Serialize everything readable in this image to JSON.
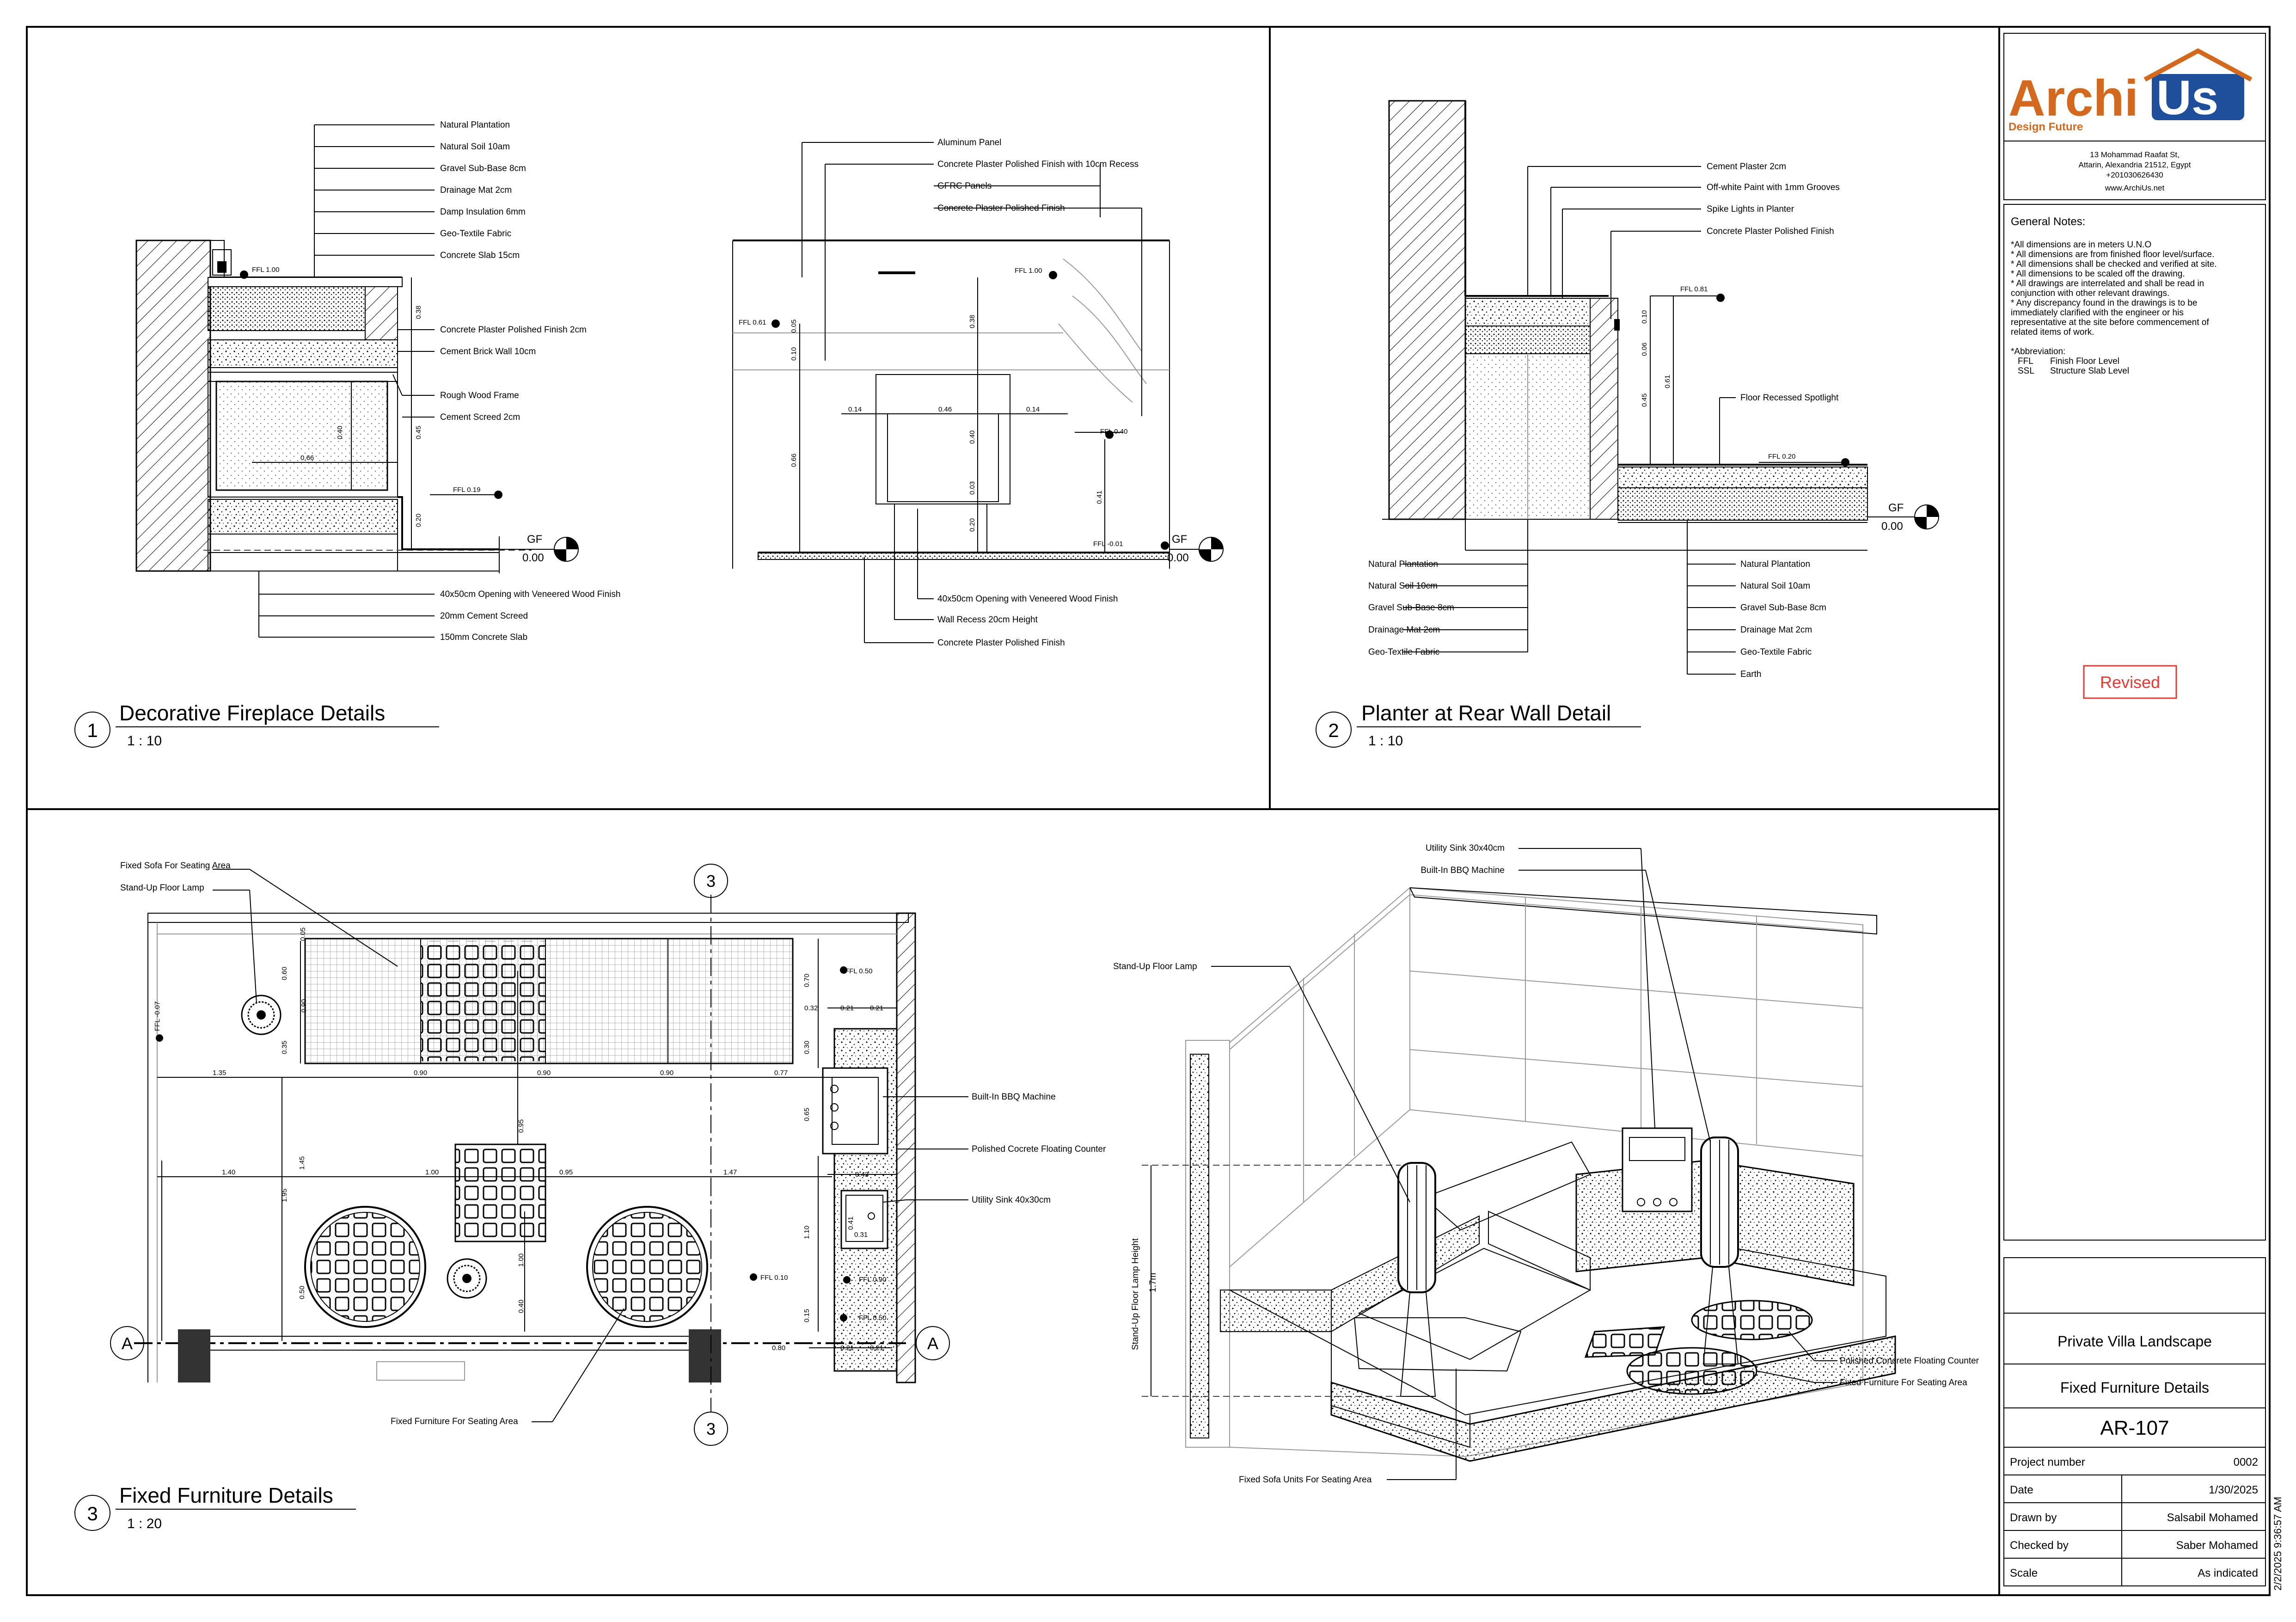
{
  "company": {
    "logo_text_a": "Archi",
    "logo_text_b": "Us",
    "tagline": "Design Future",
    "address_1": "13 Mohammad Raafat St,",
    "address_2": "Attarin, Alexandria 21512, Egypt",
    "phone": "+201030626430",
    "website": "www.ArchiUs.net"
  },
  "general_notes": {
    "heading": "General Notes:",
    "lines": [
      "*All dimensions are in meters U.N.O",
      "* All dimensions are from finished floor level/surface.",
      "* All dimensions shall be checked and verified at site.",
      "* All dimensions to be scaled off the drawing.",
      "* All drawings are interrelated and shall be read in",
      "conjunction with other relevant drawings.",
      "* Any discrepancy found in the drawings is to be",
      "immediately clarified with the engineer or his",
      "representative at the site before commencement of",
      "related items of work.",
      "*Abbreviation:"
    ],
    "abbr": [
      {
        "code": "FFL",
        "meaning": "Finish Floor Level"
      },
      {
        "code": "SSL",
        "meaning": "Structure Slab Level"
      }
    ]
  },
  "revised_stamp": "Revised",
  "title_block": {
    "project": "Private Villa Landscape",
    "sheet_name": "Fixed Furniture Details",
    "sheet_number": "AR-107",
    "rows": [
      {
        "label": "Project number",
        "value": "0002"
      },
      {
        "label": "Date",
        "value": "1/30/2025"
      },
      {
        "label": "Drawn by",
        "value": "Salsabil Mohamed"
      },
      {
        "label": "Checked by",
        "value": "Saber Mohamed"
      },
      {
        "label": "Scale",
        "value": "As indicated"
      }
    ],
    "timestamp": "2/2/2025 9:36:57 AM"
  },
  "views": {
    "v1": {
      "number": "1",
      "title": "Decorative Fireplace Details",
      "scale": "1 : 10"
    },
    "v2": {
      "number": "2",
      "title": "Planter at Rear Wall Detail",
      "scale": "1 : 10"
    },
    "v3": {
      "number": "3",
      "title": "Fixed Furniture Details",
      "scale": "1 : 20"
    }
  },
  "detail1": {
    "labels_top": [
      "Natural Plantation",
      "Natural Soil 10am",
      "Gravel Sub-Base 8cm",
      "Drainage Mat 2cm",
      "Damp Insulation 6mm",
      "Geo-Textile Fabric",
      "Concrete Slab 15cm"
    ],
    "labels_mid": [
      "Concrete Plaster Polished Finish 2cm",
      "Cement Brick Wall 10cm",
      "Rough Wood Frame",
      "Cement Screed 2cm"
    ],
    "labels_bottom": [
      "40x50cm Opening with Veneered Wood Finish",
      "20mm Cement Screed",
      "150mm Concrete Slab"
    ],
    "ffl_top": "FFL 1.00",
    "ffl_mid": "FFL 0.19",
    "gf": "GF",
    "gf_value": "0.00",
    "dims": [
      "0.38",
      "0.45",
      "0.40",
      "0.20",
      "0.66"
    ]
  },
  "detail1b": {
    "labels_top": [
      "Aluminum Panel",
      "Concrete Plaster Polished Finish with 10cm Recess",
      "GFRC Panels",
      "Concrete Plaster Polished Finish"
    ],
    "labels_bottom": [
      "40x50cm Opening with Veneered Wood Finish",
      "Wall Recess 20cm Height",
      "Concrete Plaster Polished Finish"
    ],
    "ffl_a": "FFL 1.00",
    "ffl_b": "FFL 0.61",
    "ffl_c": "FFL 0.40",
    "ffl_d": "FFL -0.01",
    "gf": "GF",
    "gf_value": "0.00",
    "dims": [
      "0.38",
      "0.10",
      "0.05",
      "0.66",
      "0.14",
      "0.46",
      "0.14",
      "0.40",
      "0.03",
      "0.20",
      "0.41"
    ]
  },
  "detail2": {
    "labels_top": [
      "Cement Plaster 2cm",
      "Off-white Paint with 1mm Grooves",
      "Spike Lights in Planter",
      "Concrete Plaster Polished Finish"
    ],
    "label_spot": "Floor Recessed Spotlight",
    "labels_left": [
      "Natural Plantation",
      "Natural Soil 10cm",
      "Gravel Sub-Base 8cm",
      "Drainage Mat 2cm",
      "Geo-Textile Fabric"
    ],
    "labels_right": [
      "Natural Plantation",
      "Natural Soil 10am",
      "Gravel Sub-Base 8cm",
      "Drainage Mat 2cm",
      "Geo-Textile Fabric",
      "Earth"
    ],
    "ffl_a": "FFL 0.81",
    "ffl_b": "FFL 0.20",
    "gf": "GF",
    "gf_value": "0.00",
    "dims": [
      "0.10",
      "0.06",
      "0.45",
      "0.61"
    ]
  },
  "plan": {
    "labels": [
      "Fixed Sofa For Seating Area",
      "Stand-Up Floor Lamp",
      "Built-In BBQ Machine",
      "Polished Cocrete Floating Counter",
      "Utility Sink 40x30cm",
      "Fixed Furniture For Seating Area"
    ],
    "grid_3": "3",
    "section_a": "A",
    "ffl_a": "FFL 0.50",
    "ffl_b": "FFL 0.10",
    "ffl_c": "FFL 0.90",
    "ffl_d": "FFL 0.50",
    "ffl_e": "FFL -0.07",
    "dims_h1": [
      "1.35",
      "0.90",
      "0.90",
      "0.90",
      "0.77"
    ],
    "dims_h2": [
      "1.40",
      "1.00",
      "0.95",
      "1.47"
    ],
    "dims_misc": [
      "0.32",
      "0.21",
      "0.21",
      "0.43",
      "0.41",
      "0.31",
      "0.80",
      "0.21",
      "0.21"
    ],
    "dims_v": [
      "0.05",
      "0.60",
      "0.90",
      "0.35",
      "0.95",
      "1.45",
      "1.95",
      "0.50",
      "1.00",
      "0.40",
      "0.70",
      "0.30",
      "0.65",
      "1.10",
      "0.15"
    ]
  },
  "iso": {
    "labels": [
      "Utility Sink 30x40cm",
      "Built-In BBQ Machine",
      "Stand-Up Floor Lamp",
      "Polished Concrete Floating Counter",
      "Fixed Furniture For Seating Area",
      "Fixed Sofa Units For Seating Area"
    ],
    "height_label": "Stand-Up Floor Lamp Height",
    "height_value": "1.7m"
  }
}
